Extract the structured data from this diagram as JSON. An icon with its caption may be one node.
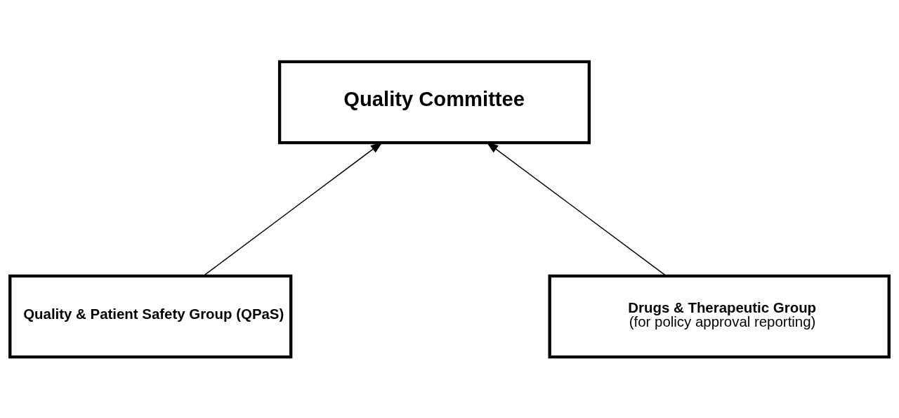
{
  "diagram": {
    "nodes": [
      {
        "text": [
          "Quality Committee"
        ]
      },
      {
        "text": [
          "Quality & Patient Safety Group (QPaS)"
        ]
      },
      {
        "text": [
          "Drugs & Therapeutic Group",
          "(for policy approval reporting)"
        ]
      }
    ],
    "edges": [
      {
        "from": 1,
        "to": 0,
        "arrow": "to"
      },
      {
        "from": 2,
        "to": 0,
        "arrow": "to"
      }
    ]
  }
}
